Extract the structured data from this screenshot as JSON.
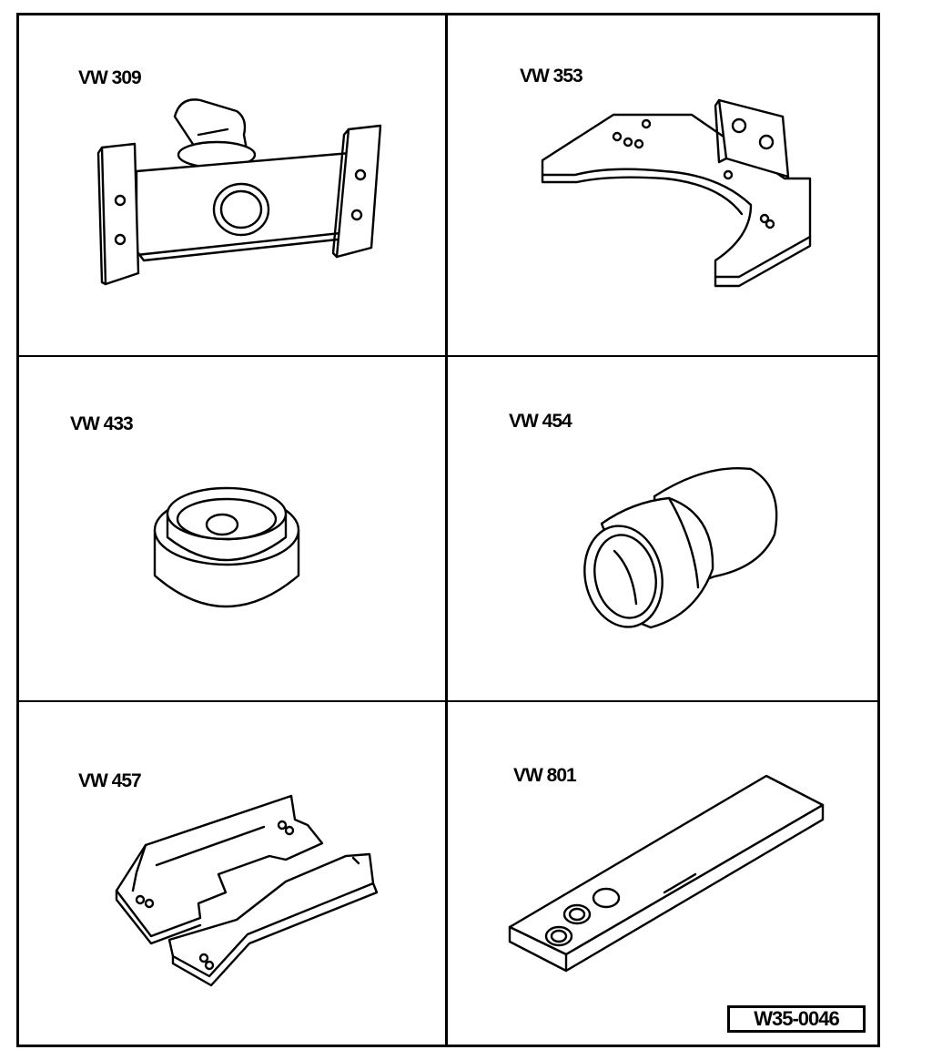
{
  "tools": [
    {
      "id": "tool-1",
      "label": "VW 309"
    },
    {
      "id": "tool-2",
      "label": "VW 353"
    },
    {
      "id": "tool-3",
      "label": "VW 433"
    },
    {
      "id": "tool-4",
      "label": "VW 454"
    },
    {
      "id": "tool-5",
      "label": "VW 457"
    },
    {
      "id": "tool-6",
      "label": "VW 801"
    }
  ],
  "reference_code": "W35-0046",
  "colors": {
    "line": "#000000",
    "background": "#ffffff"
  }
}
